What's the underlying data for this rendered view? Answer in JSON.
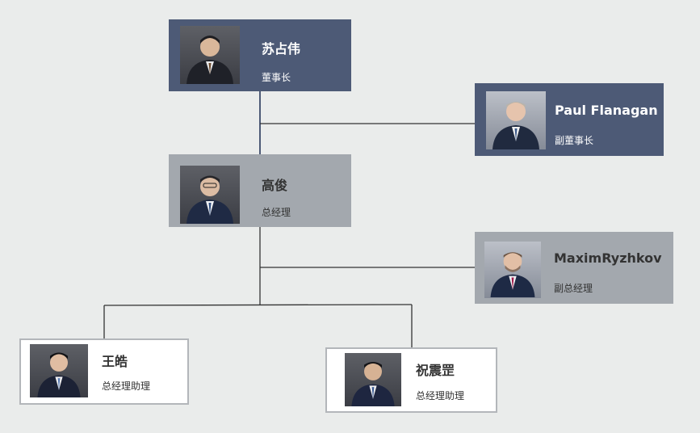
{
  "colors": {
    "background": "#eaeceb",
    "dark_card": "#4d5a76",
    "gray_card": "#a3a8ae",
    "white_card": "#ffffff",
    "connector": "#333333",
    "connector_chairman": "#4d5a76"
  },
  "nodes": [
    {
      "id": "chairman",
      "name": "苏占伟",
      "title": "董事长",
      "style": "dark",
      "photo": "person-photo"
    },
    {
      "id": "vice-chairman",
      "name": "Paul Flanagan",
      "title": "副董事长",
      "style": "dark",
      "photo": "person-photo"
    },
    {
      "id": "general-manager",
      "name": "高俊",
      "title": "总经理",
      "style": "gray",
      "photo": "person-photo"
    },
    {
      "id": "deputy-general-manager",
      "name": "MaximRyzhkov",
      "title": "副总经理",
      "style": "gray",
      "photo": "person-photo"
    },
    {
      "id": "assistant-1",
      "name": "王皓",
      "title": "总经理助理",
      "style": "white",
      "photo": "person-photo"
    },
    {
      "id": "assistant-2",
      "name": "祝震罡",
      "title": "总经理助理",
      "style": "white",
      "photo": "person-photo"
    }
  ]
}
